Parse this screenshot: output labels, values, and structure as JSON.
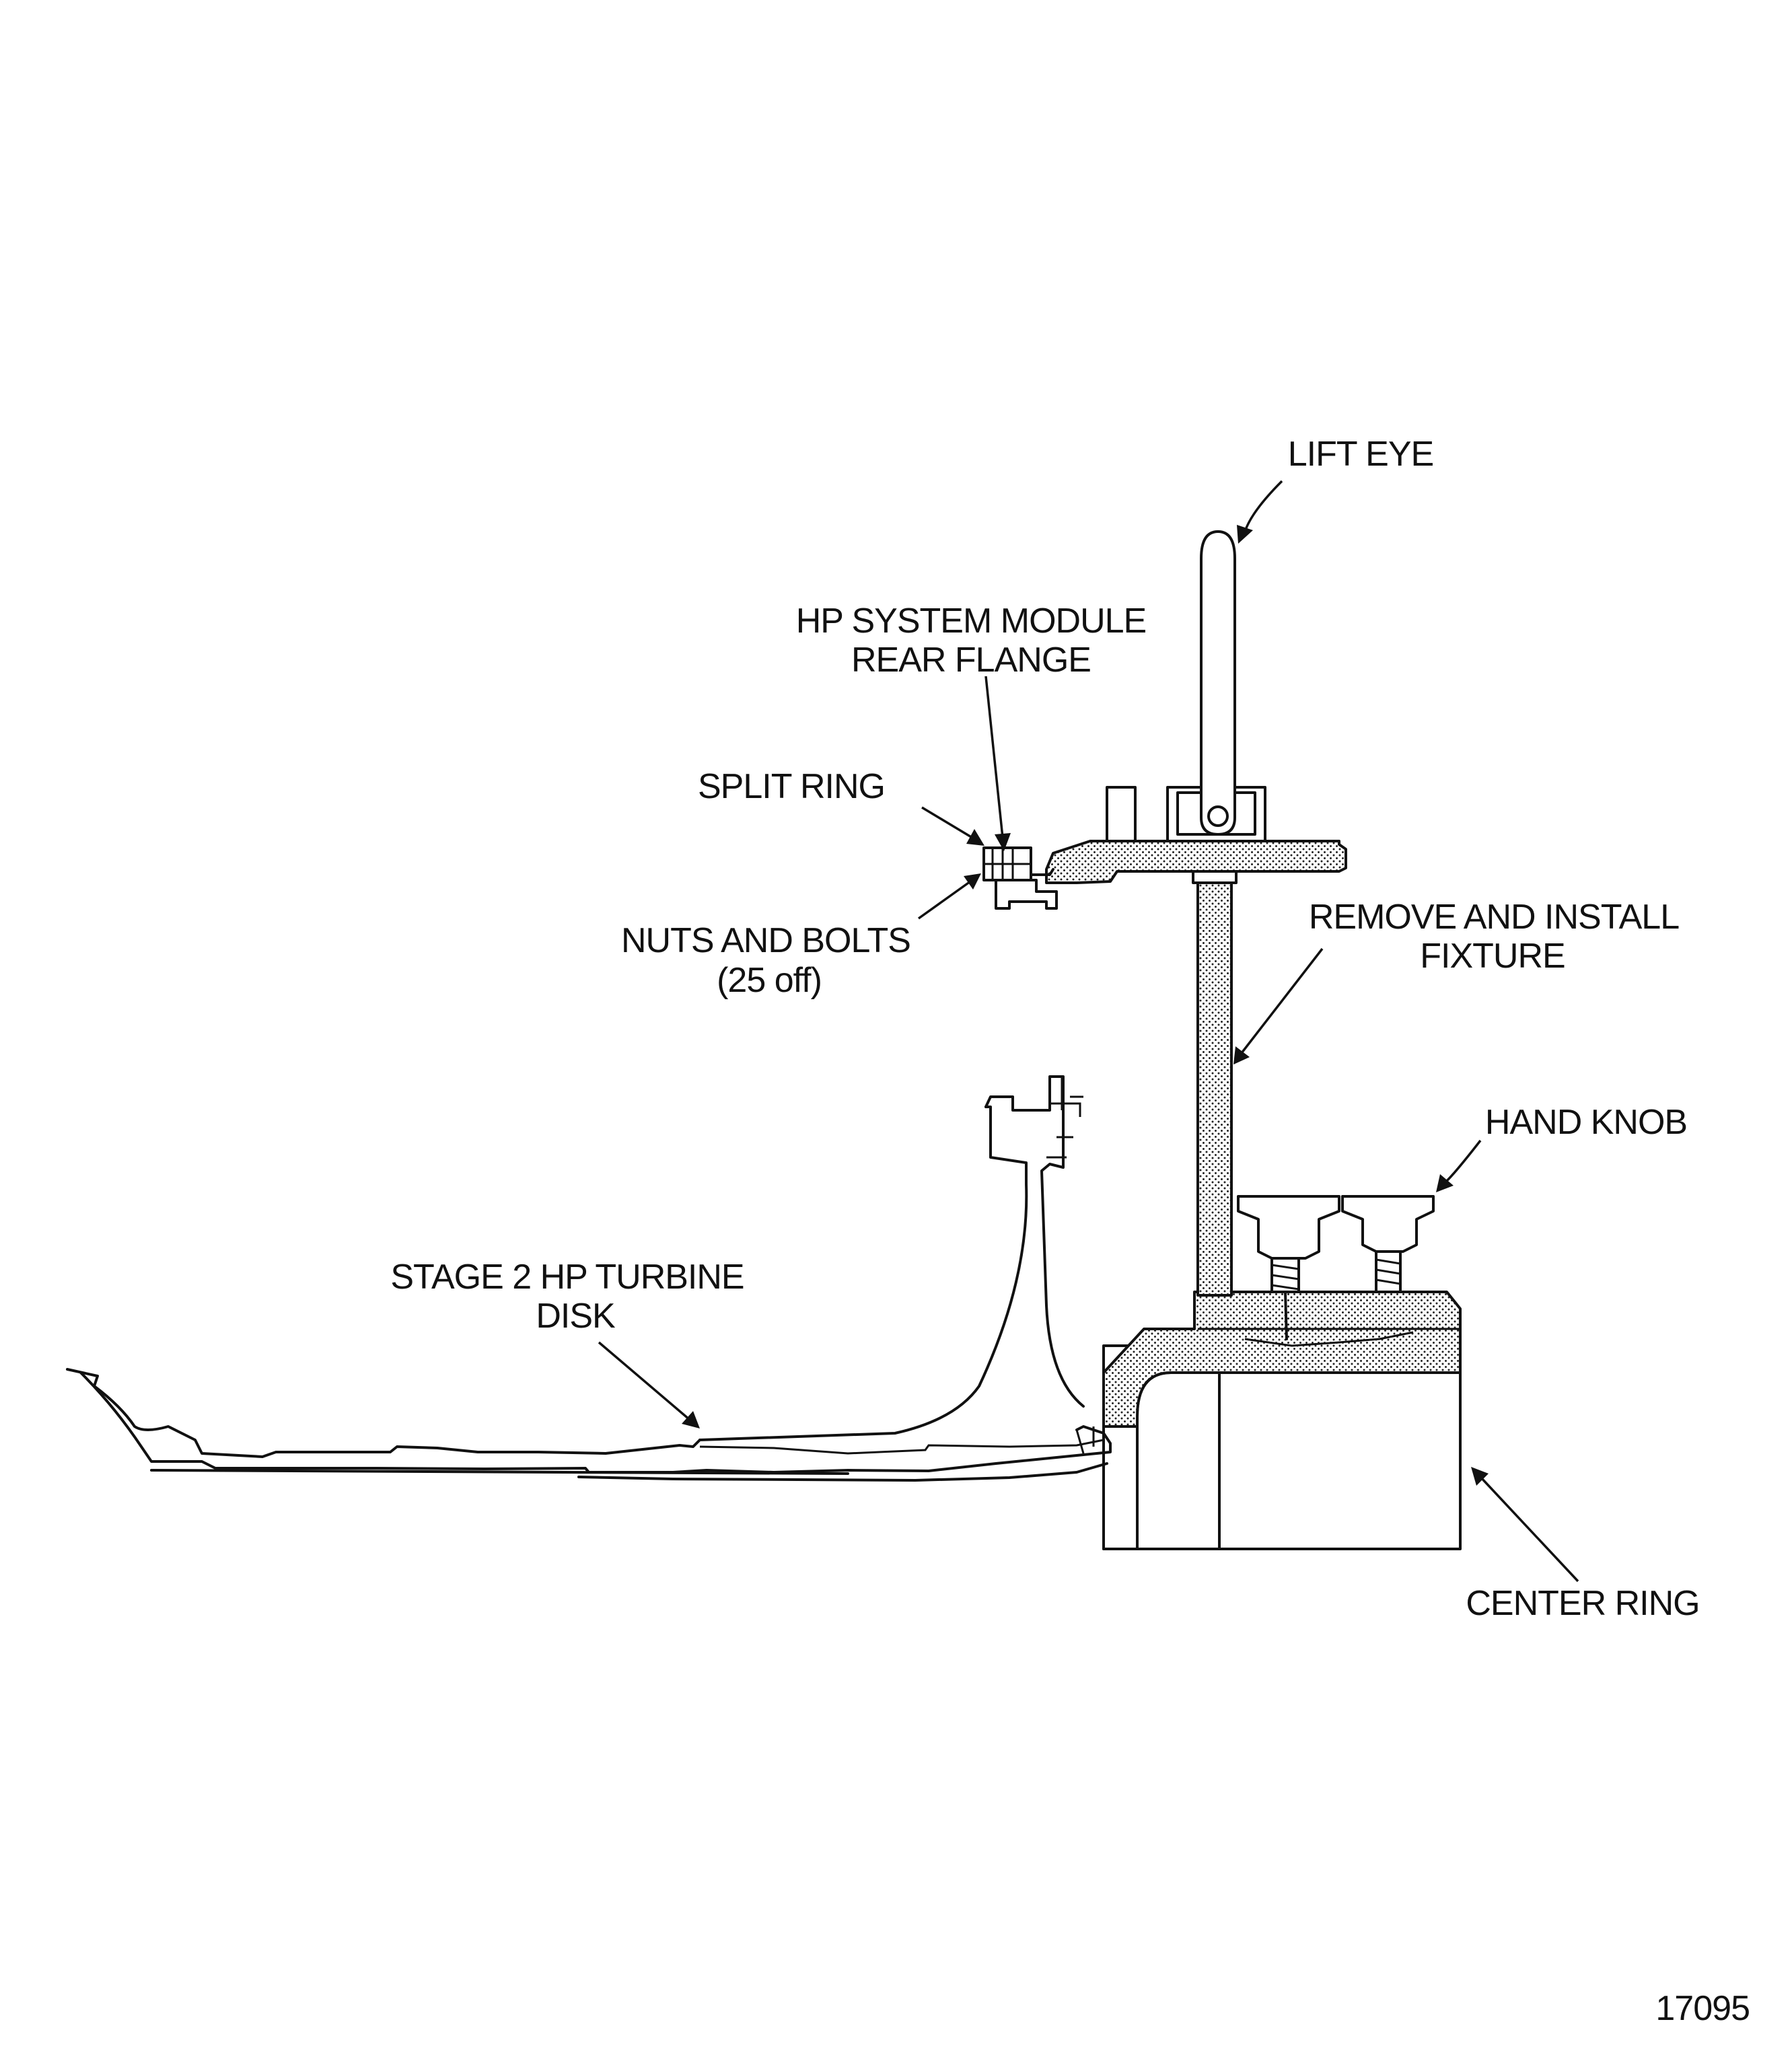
{
  "figure_number": "17095",
  "labels": {
    "lift_eye": "LIFT EYE",
    "hp_module_flange_line1": "HP SYSTEM MODULE",
    "hp_module_flange_line2": "REAR FLANGE",
    "split_ring": "SPLIT RING",
    "nuts_bolts_line1": "NUTS AND BOLTS",
    "nuts_bolts_line2": "(25 off)",
    "fixture_line1": "REMOVE AND INSTALL",
    "fixture_line2": "FIXTURE",
    "hand_knob": "HAND KNOB",
    "turbine_disk_line1": "STAGE 2 HP TURBINE",
    "turbine_disk_line2": "DISK",
    "center_ring": "CENTER RING"
  }
}
